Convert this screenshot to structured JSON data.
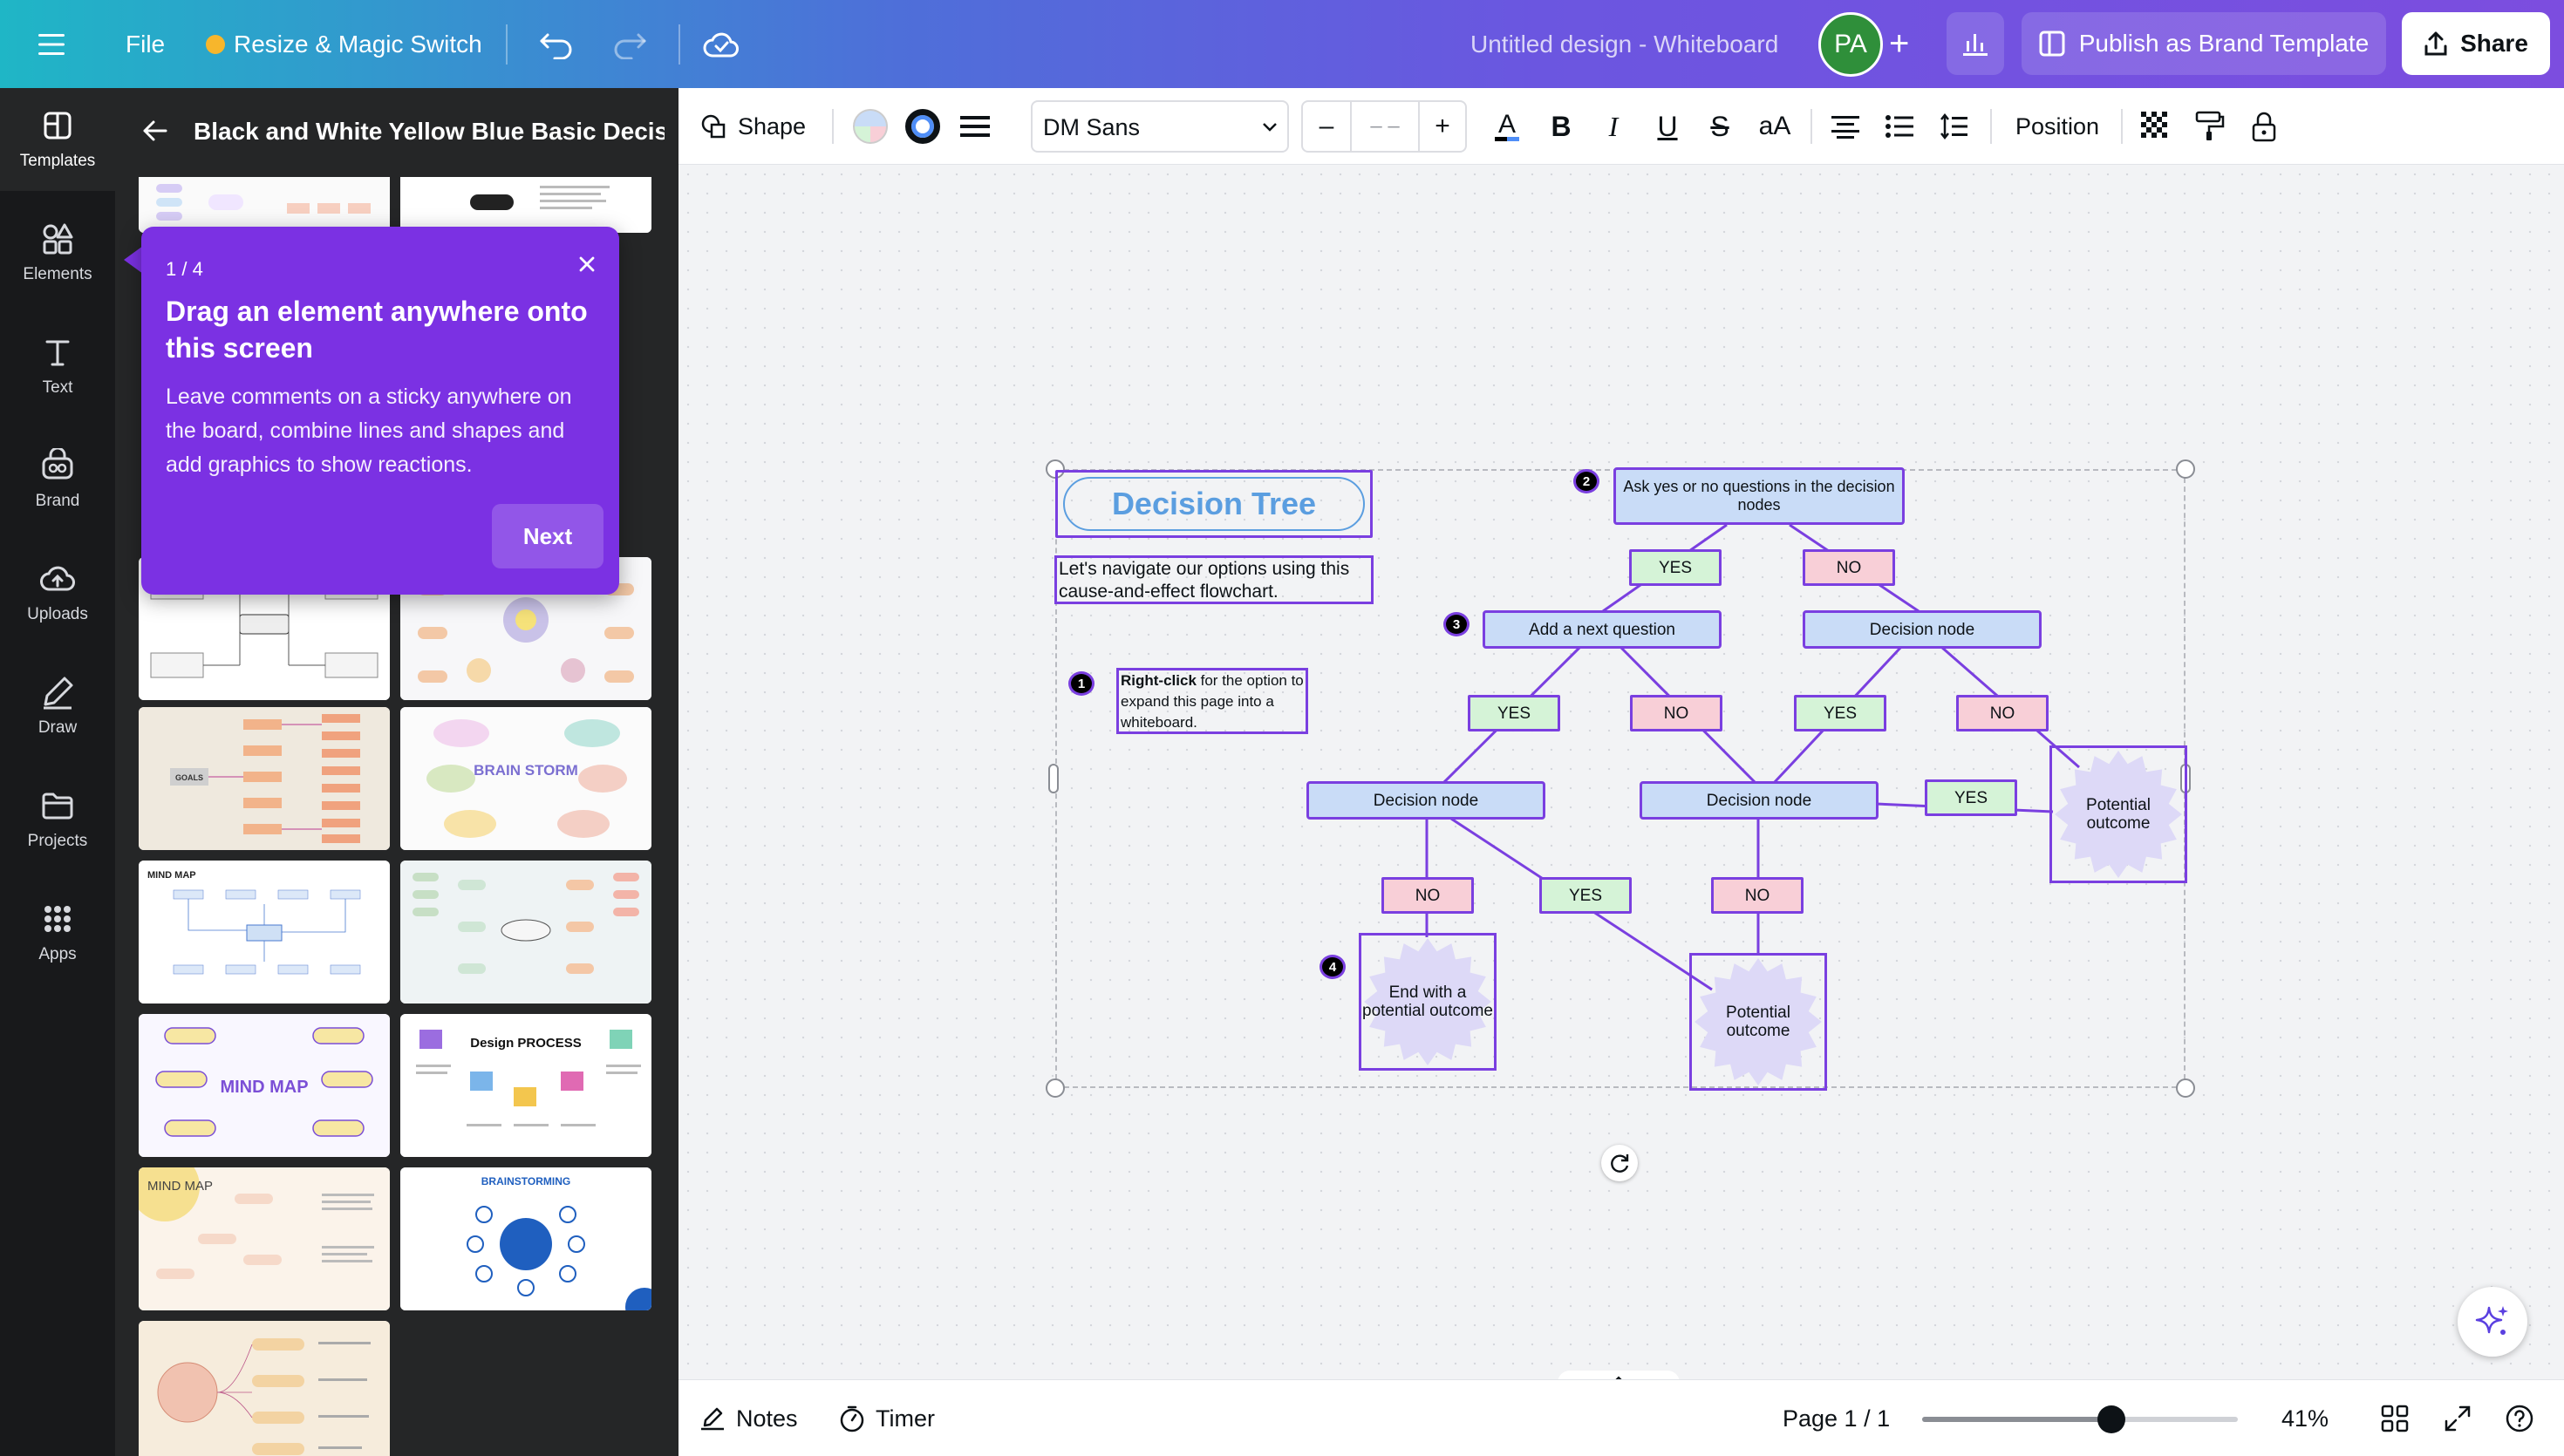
{
  "topbar": {
    "file": "File",
    "magic_switch": "Resize & Magic Switch",
    "design_title": "Untitled design - Whiteboard",
    "avatar_initials": "PA",
    "publish": "Publish as Brand Template",
    "share": "Share"
  },
  "rail": {
    "items": [
      "Templates",
      "Elements",
      "Text",
      "Brand",
      "Uploads",
      "Draw",
      "Projects",
      "Apps"
    ]
  },
  "panel": {
    "title": "Black and White Yellow Blue Basic Decisi...",
    "thumb_texts": {
      "mind_map": "MIND MAP",
      "brainstorm": "BRAIN STORM",
      "goals": "GOALS",
      "design_process": "Design PROCESS",
      "brainstorming": "BRAINSTORMING"
    }
  },
  "tooltip": {
    "step": "1 / 4",
    "title": "Drag an element anywhere onto this screen",
    "body": "Leave comments on a sticky anywhere on the board, combine lines and shapes and add graphics to show reactions.",
    "next": "Next"
  },
  "toolbar": {
    "shape": "Shape",
    "font": "DM Sans",
    "font_size": "– –",
    "position": "Position"
  },
  "diagram": {
    "title": "Decision Tree",
    "subtitle": "Let's navigate our options using this cause-and-effect flowchart.",
    "tip_bold": "Right-click",
    "tip_rest": " for the option to expand this page into a whiteboard.",
    "badges": [
      "1",
      "2",
      "3",
      "4"
    ],
    "root": "Ask yes or no questions in the decision nodes",
    "add_question": "Add a next question",
    "decision_node": "Decision node",
    "yes": "YES",
    "no": "NO",
    "end_outcome": "End with a potential outcome",
    "potential_outcome": "Potential outcome"
  },
  "bottombar": {
    "notes": "Notes",
    "timer": "Timer",
    "page": "Page 1 / 1",
    "zoom": "41%",
    "zoom_level": 0.6
  },
  "colors": {
    "accent": "#7b31e3",
    "node_border": "#7a3fe0",
    "node_blue": "#c9dcf7",
    "yes_green": "#d5f3d7",
    "no_pink": "#f8cfd7",
    "title_blue": "#5b9ee0"
  }
}
